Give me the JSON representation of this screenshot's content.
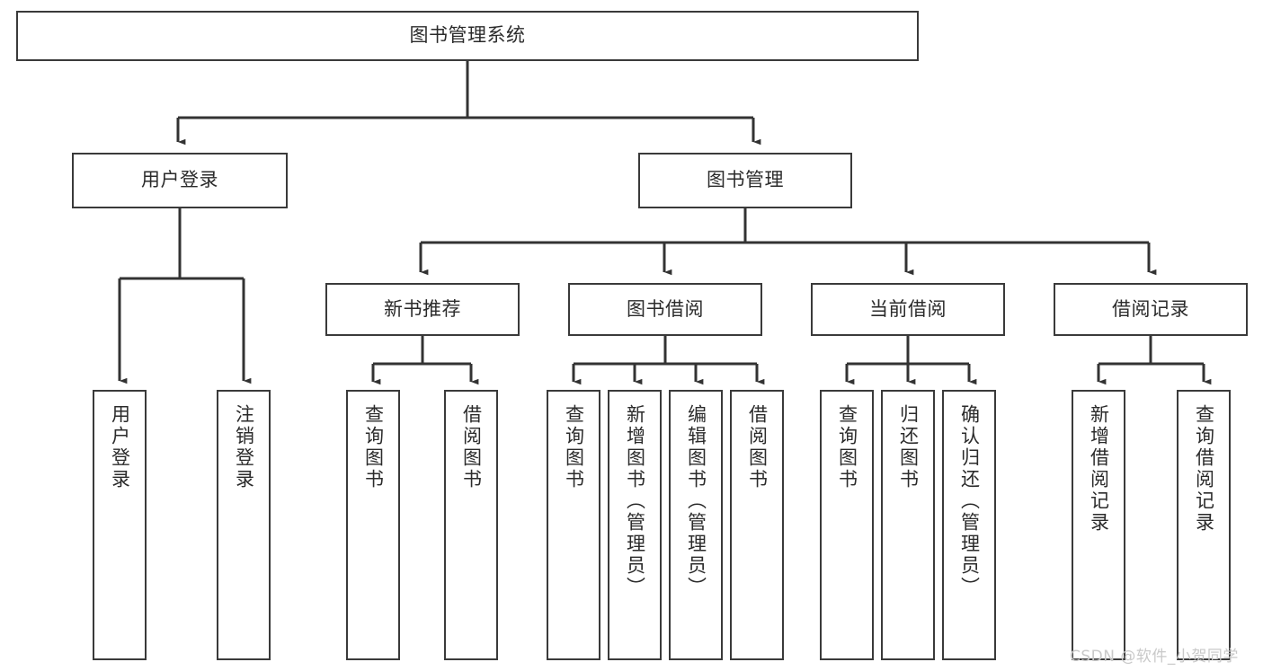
{
  "diagram": {
    "type": "hierarchy-tree",
    "title": "图书管理系统",
    "watermark": "CSDN @软件_小贺同学",
    "colors": {
      "box_border": "#3a3a3a",
      "box_fill": "#ffffff",
      "connector": "#333333",
      "text": "#2b2b2b",
      "watermark": "#c9c9c9",
      "background": "#ffffff"
    },
    "nodes": {
      "root": {
        "label": "图书管理系统"
      },
      "level2": [
        {
          "id": "user-login",
          "label": "用户登录"
        },
        {
          "id": "book-management",
          "label": "图书管理"
        }
      ],
      "level3": [
        {
          "id": "new-book-recommend",
          "label": "新书推荐"
        },
        {
          "id": "book-borrow",
          "label": "图书借阅"
        },
        {
          "id": "current-borrow",
          "label": "当前借阅"
        },
        {
          "id": "borrow-record",
          "label": "借阅记录"
        }
      ],
      "leaves": {
        "user_login": [
          {
            "id": "leaf-user-login",
            "label": "用户登录"
          },
          {
            "id": "leaf-logout-login",
            "label": "注销登录"
          }
        ],
        "new_book_recommend": [
          {
            "id": "leaf-query-book-1",
            "label": "查询图书"
          },
          {
            "id": "leaf-borrow-book-1",
            "label": "借阅图书"
          }
        ],
        "book_borrow": [
          {
            "id": "leaf-query-book-2",
            "label": "查询图书"
          },
          {
            "id": "leaf-add-book",
            "label": "新增图书（管理员）"
          },
          {
            "id": "leaf-edit-book",
            "label": "编辑图书（管理员）"
          },
          {
            "id": "leaf-borrow-book-2",
            "label": "借阅图书"
          }
        ],
        "current_borrow": [
          {
            "id": "leaf-query-book-3",
            "label": "查询图书"
          },
          {
            "id": "leaf-return-book",
            "label": "归还图书"
          },
          {
            "id": "leaf-confirm-return",
            "label": "确认归还（管理员）"
          }
        ],
        "borrow_record": [
          {
            "id": "leaf-add-borrow-record",
            "label": "新增借阅记录"
          },
          {
            "id": "leaf-query-borrow-record",
            "label": "查询借阅记录"
          }
        ]
      }
    }
  }
}
